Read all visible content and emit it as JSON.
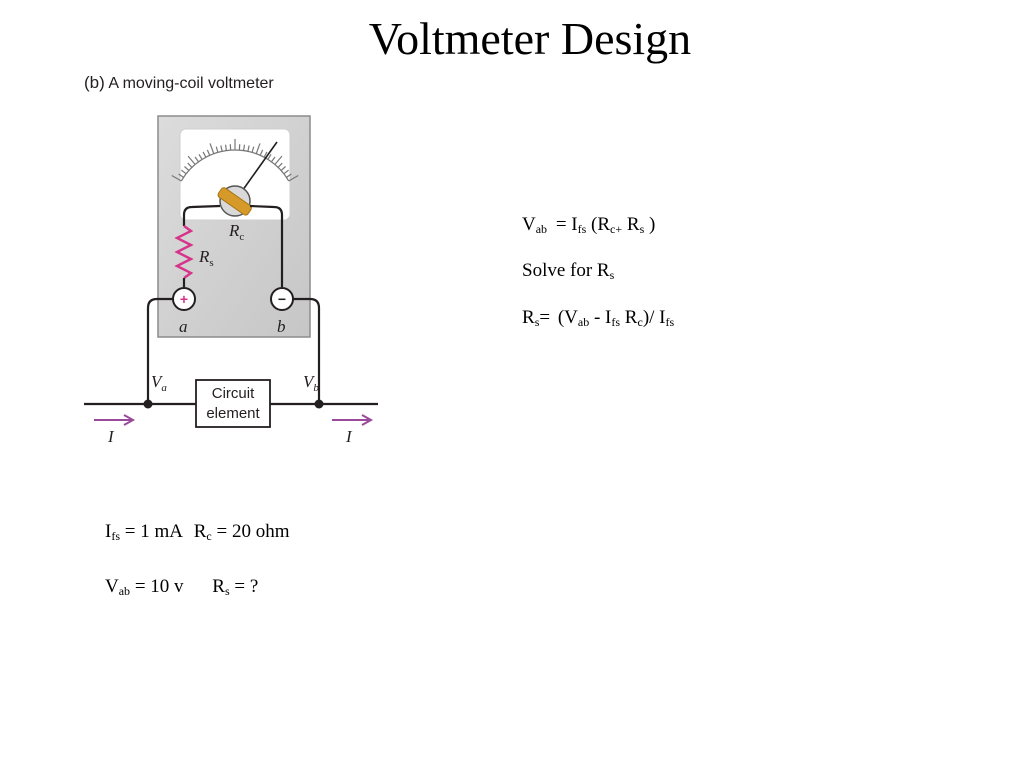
{
  "slide": {
    "title": "Voltmeter Design"
  },
  "figure": {
    "caption_tag": "(b)",
    "caption_text": "A moving-coil voltmeter",
    "labels": {
      "rc": "R",
      "rc_sub": "c",
      "rs": "R",
      "rs_sub": "s",
      "plus": "+",
      "minus": "−",
      "a": "a",
      "b": "b",
      "va": "V",
      "va_sub": "a",
      "vb": "V",
      "vb_sub": "b",
      "element_line1": "Circuit",
      "element_line2": "element",
      "current_left": "I",
      "current_right": "I"
    },
    "colors": {
      "meter_body": "#d2d2d2",
      "meter_face": "#ffffff",
      "resistor": "#d6338a",
      "coil": "#d59a2a",
      "arrow": "#9b4a9a",
      "wire": "#231f20"
    }
  },
  "equations": {
    "eq1": {
      "v": "V",
      "ab": "ab",
      "eqI": "= I",
      "fs": "fs",
      "open": "(R",
      "c": "c",
      "plus": "+",
      "r": "R",
      "s": "s",
      "close": ")"
    },
    "eq2": {
      "text": "Solve for R",
      "s": "s"
    },
    "eq3": {
      "r": "R",
      "s": "s",
      "eq": "=",
      "open": "(V",
      "ab": "ab",
      "minus": "- I",
      "fs": "fs",
      "r2": "R",
      "c": "c",
      "close": ")/ I",
      "fs2": "fs"
    }
  },
  "given": {
    "line1": {
      "i": "I",
      "fs": "fs",
      "val": "= 1 mA",
      "r": "R",
      "c": "c",
      "val2": "= 20 ohm"
    },
    "line2": {
      "v": "V",
      "ab": "ab",
      "val": "= 10 v",
      "r": "R",
      "s": "s",
      "val2": "= ?"
    }
  }
}
